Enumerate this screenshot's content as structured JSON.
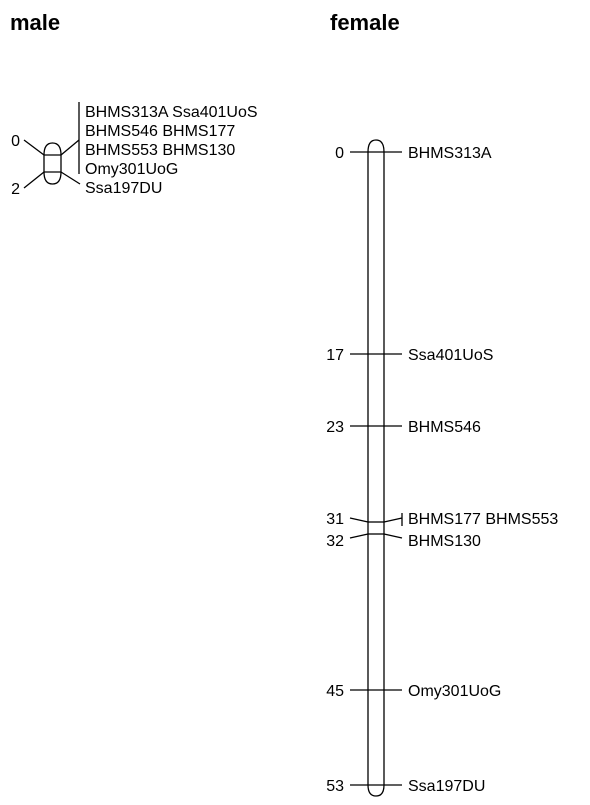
{
  "maps": [
    {
      "title": "male",
      "positions": [
        {
          "value": "0",
          "markers": [
            "BHMS313A Ssa401UoS",
            "BHMS546 BHMS177",
            "BHMS553 BHMS130",
            "Omy301UoG"
          ]
        },
        {
          "value": "2",
          "markers": [
            "Ssa197DU"
          ]
        }
      ]
    },
    {
      "title": "female",
      "positions": [
        {
          "value": "0",
          "markers": [
            "BHMS313A"
          ]
        },
        {
          "value": "17",
          "markers": [
            "Ssa401UoS"
          ]
        },
        {
          "value": "23",
          "markers": [
            "BHMS546"
          ]
        },
        {
          "value": "31",
          "markers": [
            "BHMS177 BHMS553"
          ]
        },
        {
          "value": "32",
          "markers": [
            "BHMS130"
          ]
        },
        {
          "value": "45",
          "markers": [
            "Omy301UoG"
          ]
        },
        {
          "value": "53",
          "markers": [
            "Ssa197DU"
          ]
        }
      ]
    }
  ]
}
